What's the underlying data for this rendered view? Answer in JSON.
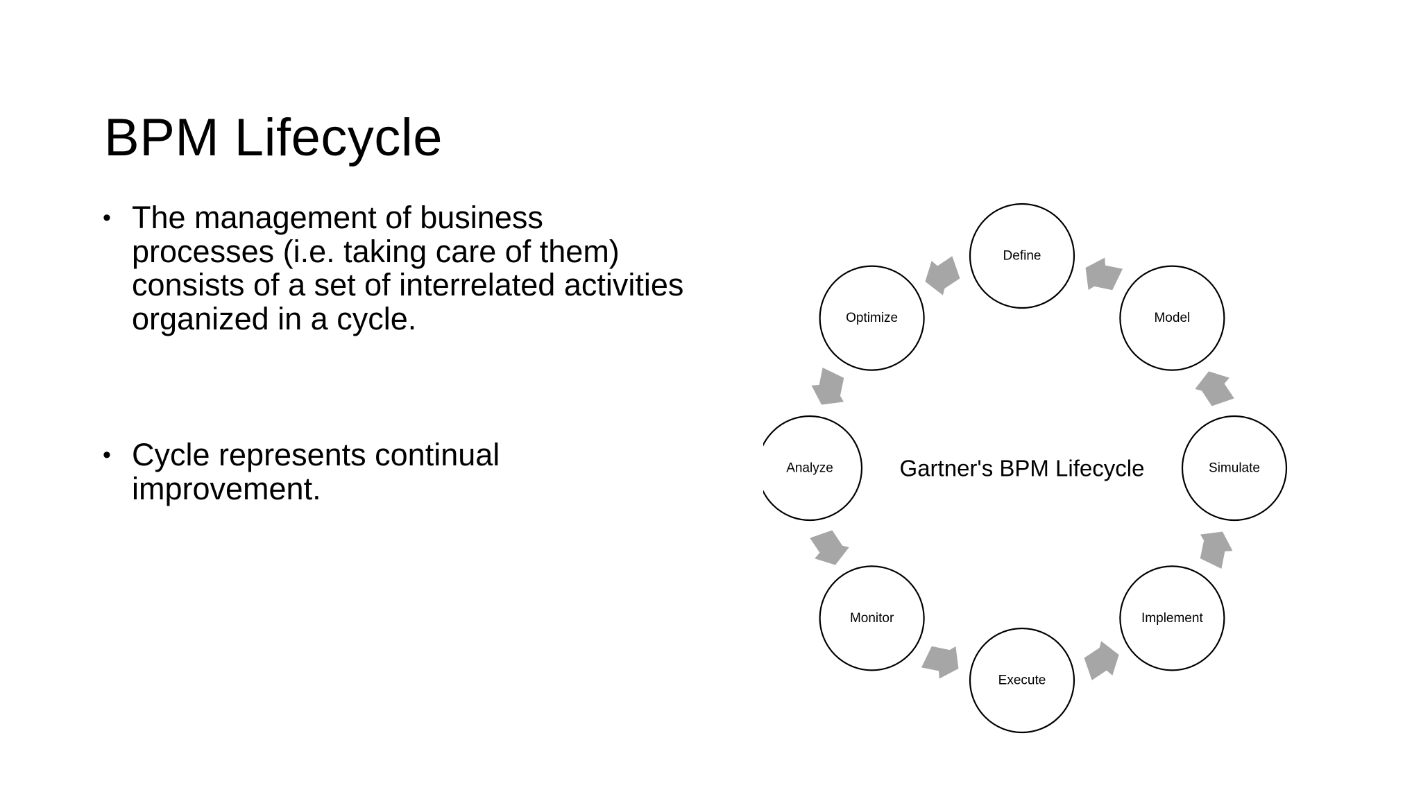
{
  "slide": {
    "title": "BPM Lifecycle",
    "background_color": "#FFFFFF",
    "text_color": "#000000"
  },
  "body": {
    "bullet_marker": "•",
    "bullets": [
      "The management of business processes (i.e. taking care of them) consists of a set of interrelated activities organized in a cycle.",
      "Cycle represents continual improvement."
    ]
  },
  "diagram": {
    "type": "cycle",
    "center_label": "Gartner's BPM Lifecycle",
    "arrow_color": "#A6A6A6",
    "node_stroke_color": "#000000",
    "node_fill_color": "#FFFFFF",
    "direction": "clockwise",
    "nodes": [
      {
        "label": "Define",
        "angle_deg": 90
      },
      {
        "label": "Model",
        "angle_deg": 45
      },
      {
        "label": "Simulate",
        "angle_deg": 0
      },
      {
        "label": "Implement",
        "angle_deg": -45
      },
      {
        "label": "Execute",
        "angle_deg": -90
      },
      {
        "label": "Monitor",
        "angle_deg": -135
      },
      {
        "label": "Analyze",
        "angle_deg": 180
      },
      {
        "label": "Optimize",
        "angle_deg": 135
      }
    ],
    "arrows": [
      {
        "from": "Optimize",
        "to": "Define"
      },
      {
        "from": "Define",
        "to": "Model"
      },
      {
        "from": "Model",
        "to": "Simulate"
      },
      {
        "from": "Simulate",
        "to": "Implement"
      },
      {
        "from": "Implement",
        "to": "Execute"
      },
      {
        "from": "Execute",
        "to": "Monitor"
      },
      {
        "from": "Monitor",
        "to": "Analyze"
      },
      {
        "from": "Analyze",
        "to": "Optimize"
      }
    ]
  }
}
